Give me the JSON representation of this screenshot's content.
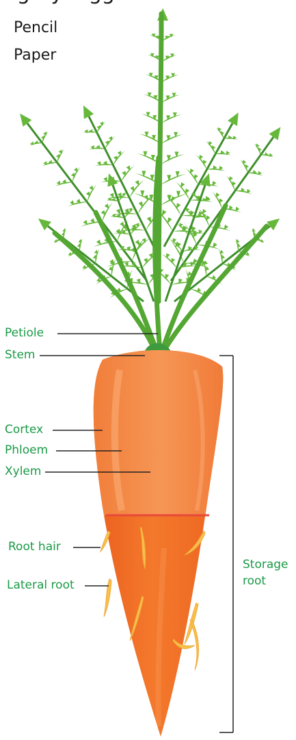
{
  "header": {
    "title_fragment": "ragerybagg"
  },
  "materials": [
    "Pencil",
    "Paper"
  ],
  "labels": {
    "petiole": "Petiole",
    "stem": "Stem",
    "cortex": "Cortex",
    "phloem": "Phloem",
    "xylem": "Xylem",
    "root_hair": "Root hair",
    "lateral_root": "Lateral root",
    "storage_root_line1": "Storage",
    "storage_root_line2": "root"
  },
  "colors": {
    "label_text": "#1a9a46",
    "leaf_green": "#66b83a",
    "leaf_dark": "#3e8f2b",
    "carrot_orange": "#f26f21",
    "carrot_light": "#f7944e",
    "carrot_dark": "#e0561a",
    "root_hair": "#f6c14a",
    "boundary_line": "#e8483a"
  }
}
